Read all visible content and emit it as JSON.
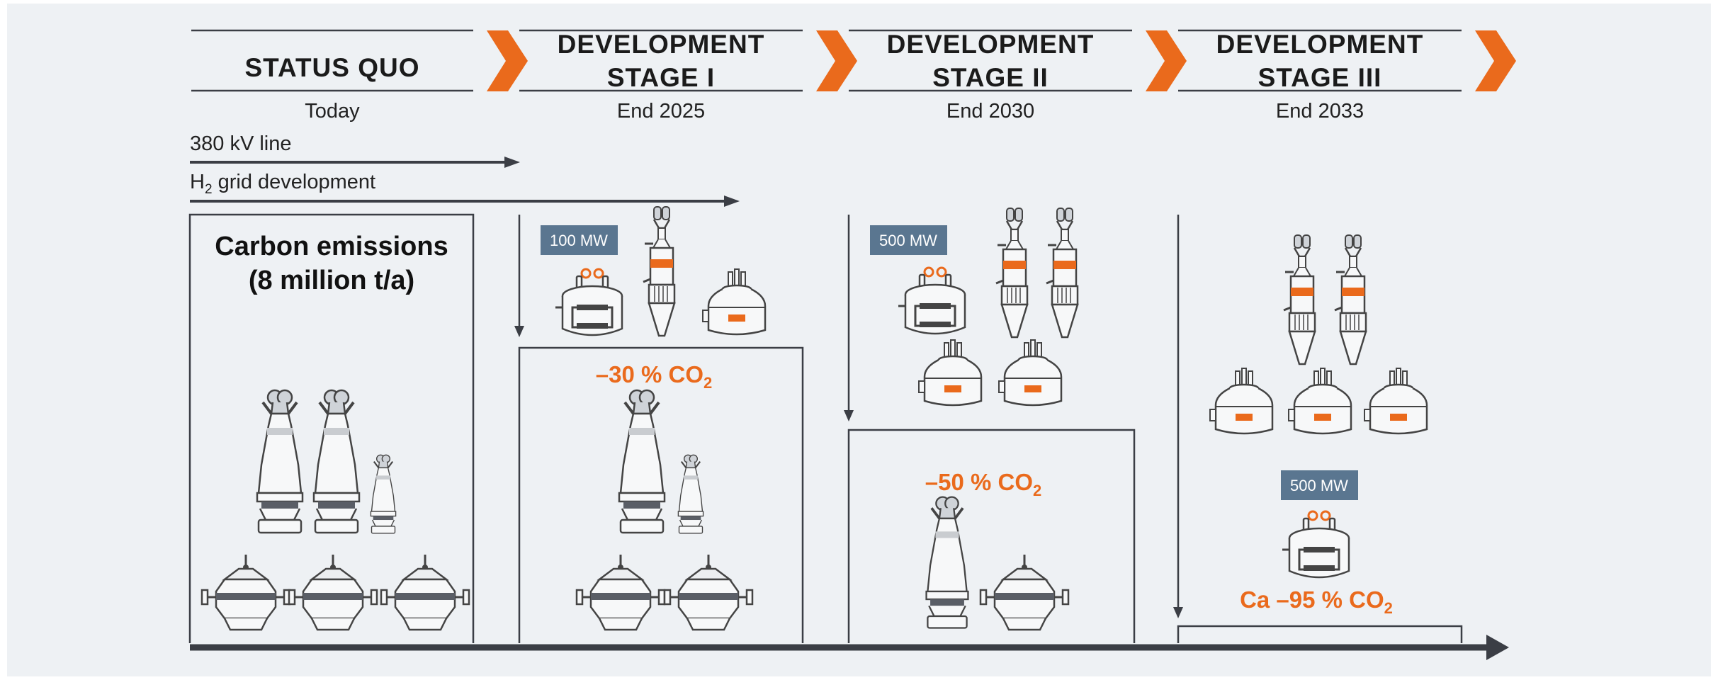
{
  "colors": {
    "background": "#eef1f4",
    "accent_orange": "#ea6a1c",
    "dark": "#3b3e45",
    "mw_badge": "#5a7690"
  },
  "stages": [
    {
      "title_line1": "STATUS QUO",
      "title_line2": "",
      "date": "Today"
    },
    {
      "title_line1": "DEVELOPMENT",
      "title_line2": "STAGE I",
      "date": "End 2025"
    },
    {
      "title_line1": "DEVELOPMENT",
      "title_line2": "STAGE II",
      "date": "End 2030"
    },
    {
      "title_line1": "DEVELOPMENT",
      "title_line2": "STAGE III",
      "date": "End 2033"
    }
  ],
  "timelines": {
    "line_380kv": "380 kV line",
    "h2_grid": {
      "prefix": "H",
      "subscript": "2",
      "suffix": " grid development"
    }
  },
  "status_quo": {
    "heading_line1": "Carbon emissions",
    "heading_line2": "(8 million t/a)"
  },
  "stage1": {
    "mw_badge": "100 MW",
    "reduction": {
      "value": "–30 % CO",
      "subscript": "2"
    }
  },
  "stage2": {
    "mw_badge": "500 MW",
    "reduction": {
      "value": "–50 % CO",
      "subscript": "2"
    }
  },
  "stage3": {
    "mw_badge": "500 MW",
    "reduction": {
      "value": "Ca –95 % CO",
      "subscript": "2"
    }
  },
  "icons": {
    "blast_furnace": "blast-furnace-icon",
    "converter": "converter-icon",
    "electrolyser": "electrolyser-icon",
    "dri_plant": "direct-reduction-plant-icon",
    "electric_arc_furnace": "electric-arc-furnace-icon"
  }
}
